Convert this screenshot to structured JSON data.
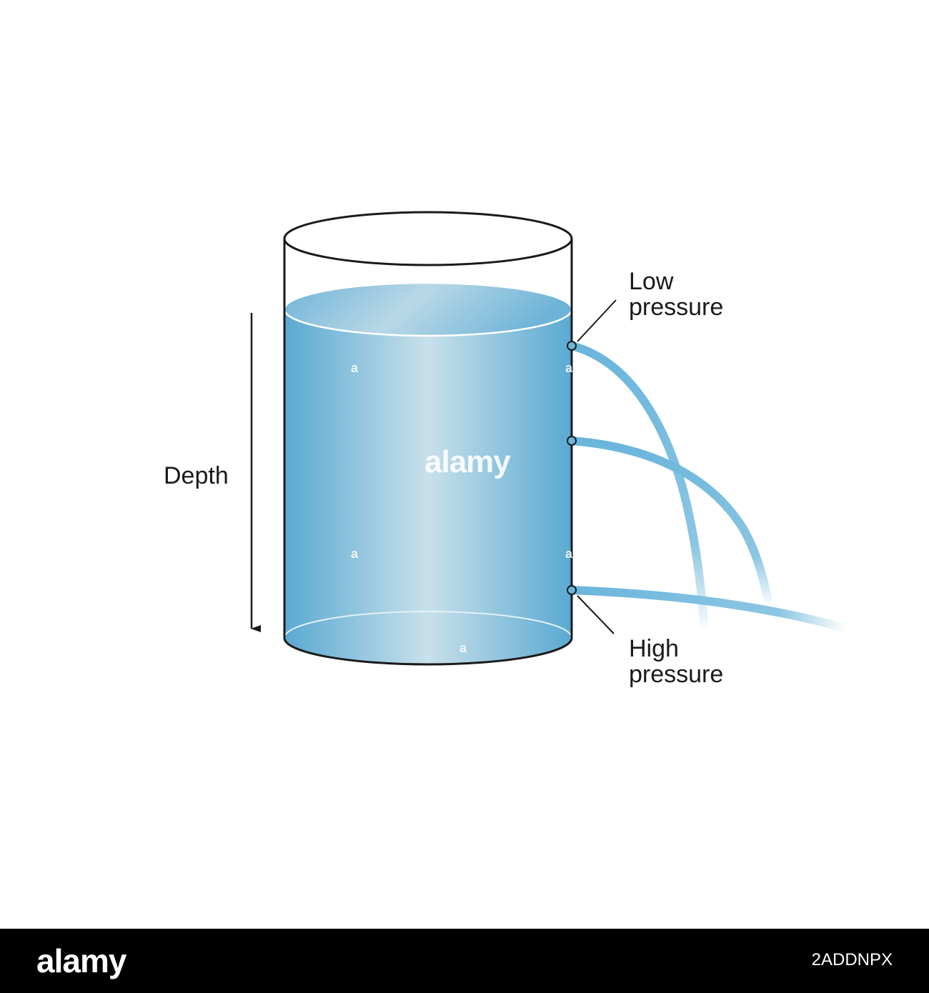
{
  "diagram": {
    "labels": {
      "low_pressure": "Low\npressure",
      "high_pressure": "High\npressure",
      "depth": "Depth"
    },
    "colors": {
      "water_dark": "#5aa9d2",
      "water_light": "#c5dfe9",
      "jet": "#6ab5dc",
      "outline": "#1a1a1a"
    }
  },
  "watermark": {
    "center_text": "alamy",
    "small_mark": "a"
  },
  "footer": {
    "logo": "alamy",
    "image_id": "2ADDNPX"
  }
}
